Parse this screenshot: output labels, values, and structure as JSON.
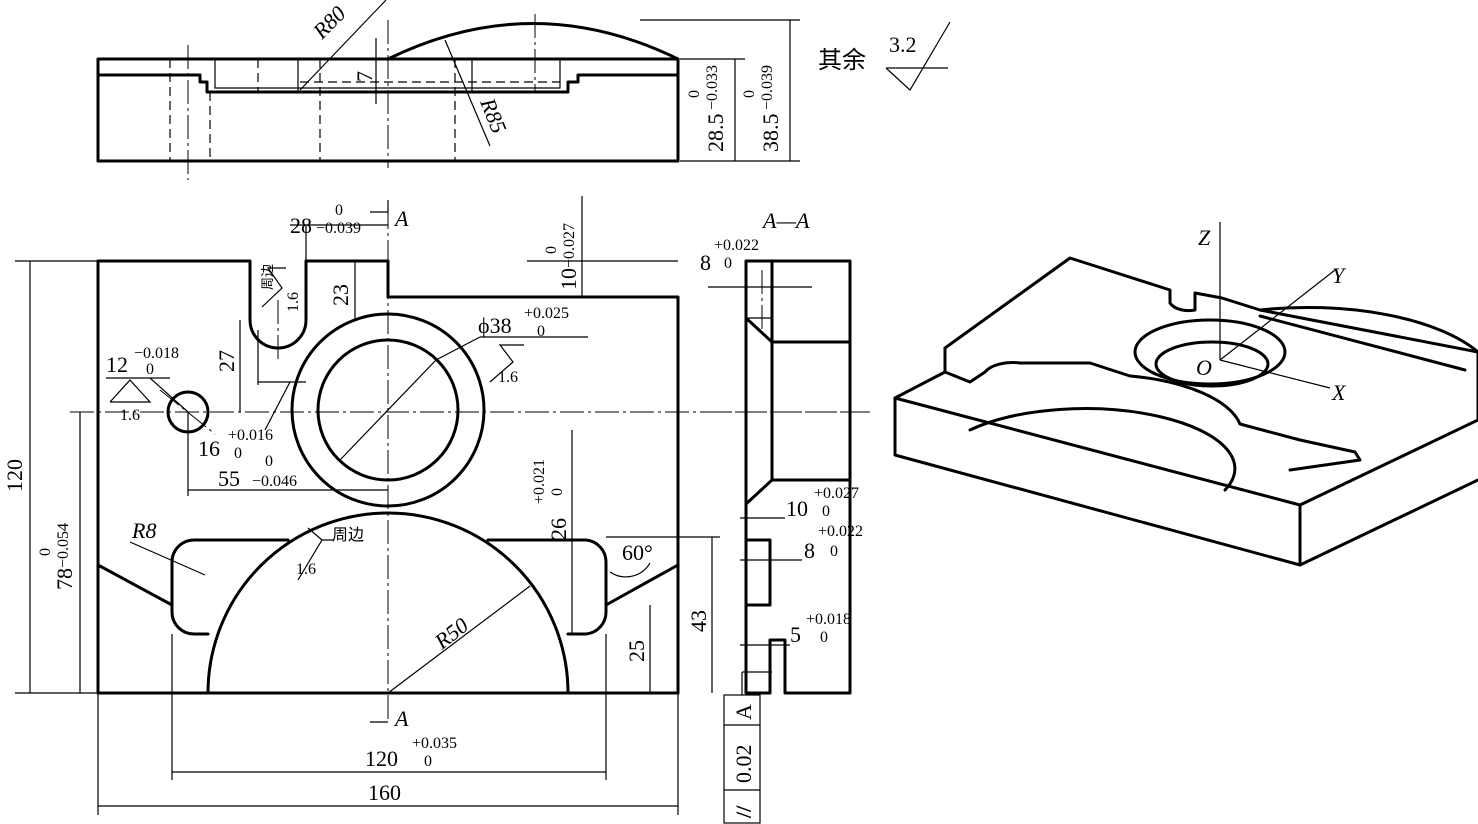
{
  "top_view": {
    "r80": "R80",
    "r85": "R85",
    "depth_7": "7",
    "h1_main": "28.5",
    "h1_upper": "0",
    "h1_lower": "−0.033",
    "h2_main": "38.5",
    "h2_upper": "0",
    "h2_lower": "−0.039"
  },
  "roughness_note": {
    "prefix": "其余",
    "value": "3.2"
  },
  "front_view": {
    "w28_main": "28",
    "w28_upper": "0",
    "w28_lower": "−0.039",
    "section_mark": "A",
    "h10_main": "10",
    "h10_upper": "0",
    "h10_lower": "−0.027",
    "h120": "120",
    "h78_main": "78",
    "h78_upper": "0",
    "h78_lower": "−0.054",
    "d23": "23",
    "d27": "27",
    "slot_finish": "周边",
    "slot_ra": "1.6",
    "d12_main": "12",
    "d12_upper": "−0.018",
    "d12_lower": "0",
    "hole_ra": "1.6",
    "d16_main": "16",
    "d16_upper": "+0.016",
    "d16_lower": "0",
    "d55_main": "55",
    "d55_upper": "0",
    "d55_lower": "−0.046",
    "phi38_main": "ϕ38",
    "phi38_upper": "+0.025",
    "phi38_lower": "0",
    "bore_ra": "1.6",
    "d26_main": "26",
    "d26_upper": "+0.021",
    "d26_lower": "0",
    "r8": "R8",
    "arc_ra": "1.6",
    "arc_finish": "周边",
    "angle60": "60°",
    "r50": "R50",
    "d25": "25",
    "d43": "43",
    "w120_main": "120",
    "w120_upper": "+0.035",
    "w120_lower": "0",
    "w160": "160"
  },
  "section_view": {
    "title": "A—A",
    "d8a_main": "8",
    "d8a_upper": "+0.022",
    "d8a_lower": "0",
    "d10_main": "10",
    "d10_upper": "+0.027",
    "d10_lower": "0",
    "d8b_main": "8",
    "d8b_upper": "+0.022",
    "d8b_lower": "0",
    "d5_main": "5",
    "d5_upper": "+0.018",
    "d5_lower": "0",
    "parallel_symbol": "//",
    "parallel_value": "0.02",
    "parallel_datum": "A"
  },
  "iso_view": {
    "axis_z": "Z",
    "axis_y": "Y",
    "axis_x": "X",
    "origin": "O"
  }
}
